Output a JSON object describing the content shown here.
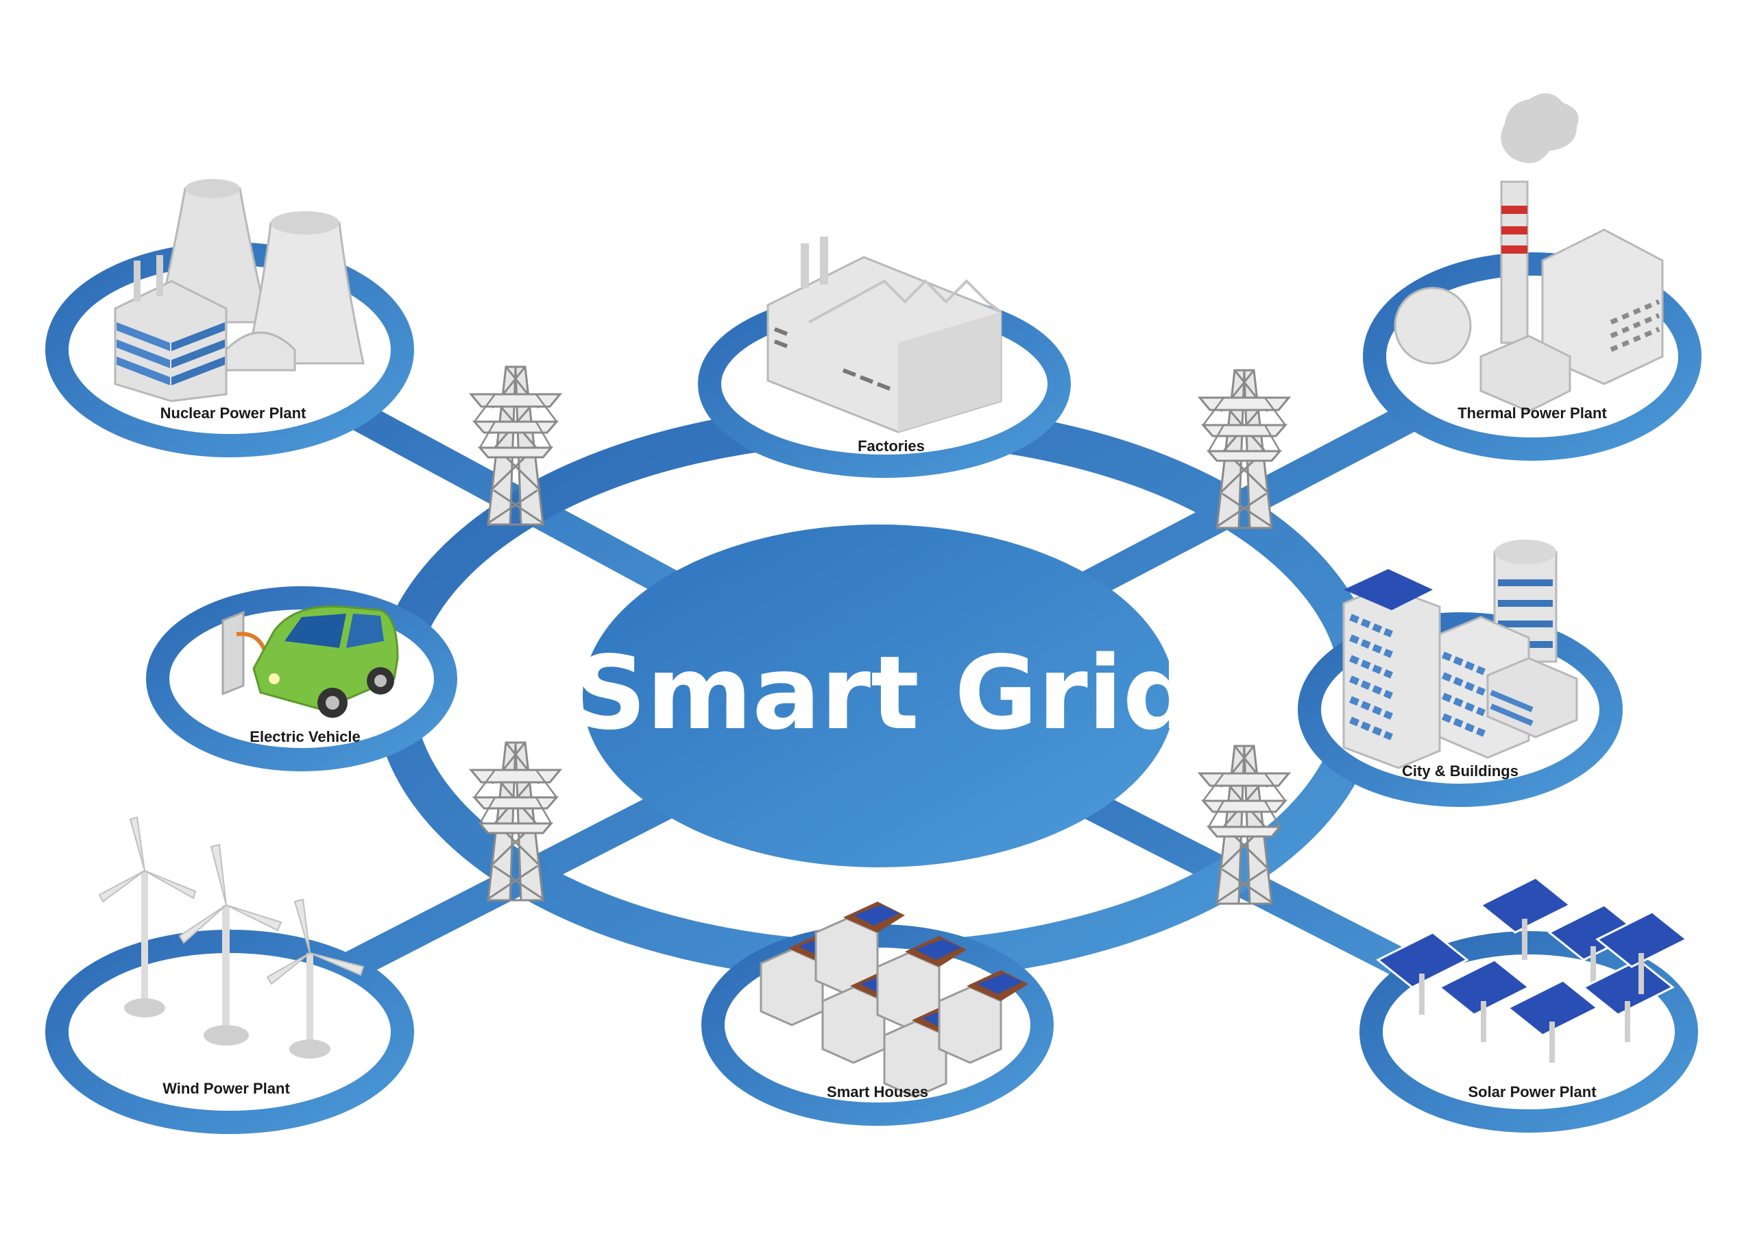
{
  "title": "Smart Grid",
  "nodes": {
    "nuclear": "Nuclear Power Plant",
    "factories": "Factories",
    "thermal": "Thermal Power Plant",
    "electric_vehicle": "Electric Vehicle",
    "city": "City & Buildings",
    "wind": "Wind Power Plant",
    "houses": "Smart Houses",
    "solar": "Solar Power Plant"
  },
  "colors": {
    "grid_blue": "#2f74bd",
    "grid_light": "#4a95d4",
    "car_green": "#7cc242",
    "panel_blue": "#2a4fb4",
    "chimney_red": "#d0312d"
  },
  "icons": [
    "transmission-tower-icon",
    "nuclear-plant-icon",
    "factory-icon",
    "thermal-plant-icon",
    "electric-car-icon",
    "city-buildings-icon",
    "wind-turbine-icon",
    "smart-house-icon",
    "solar-panel-icon"
  ]
}
